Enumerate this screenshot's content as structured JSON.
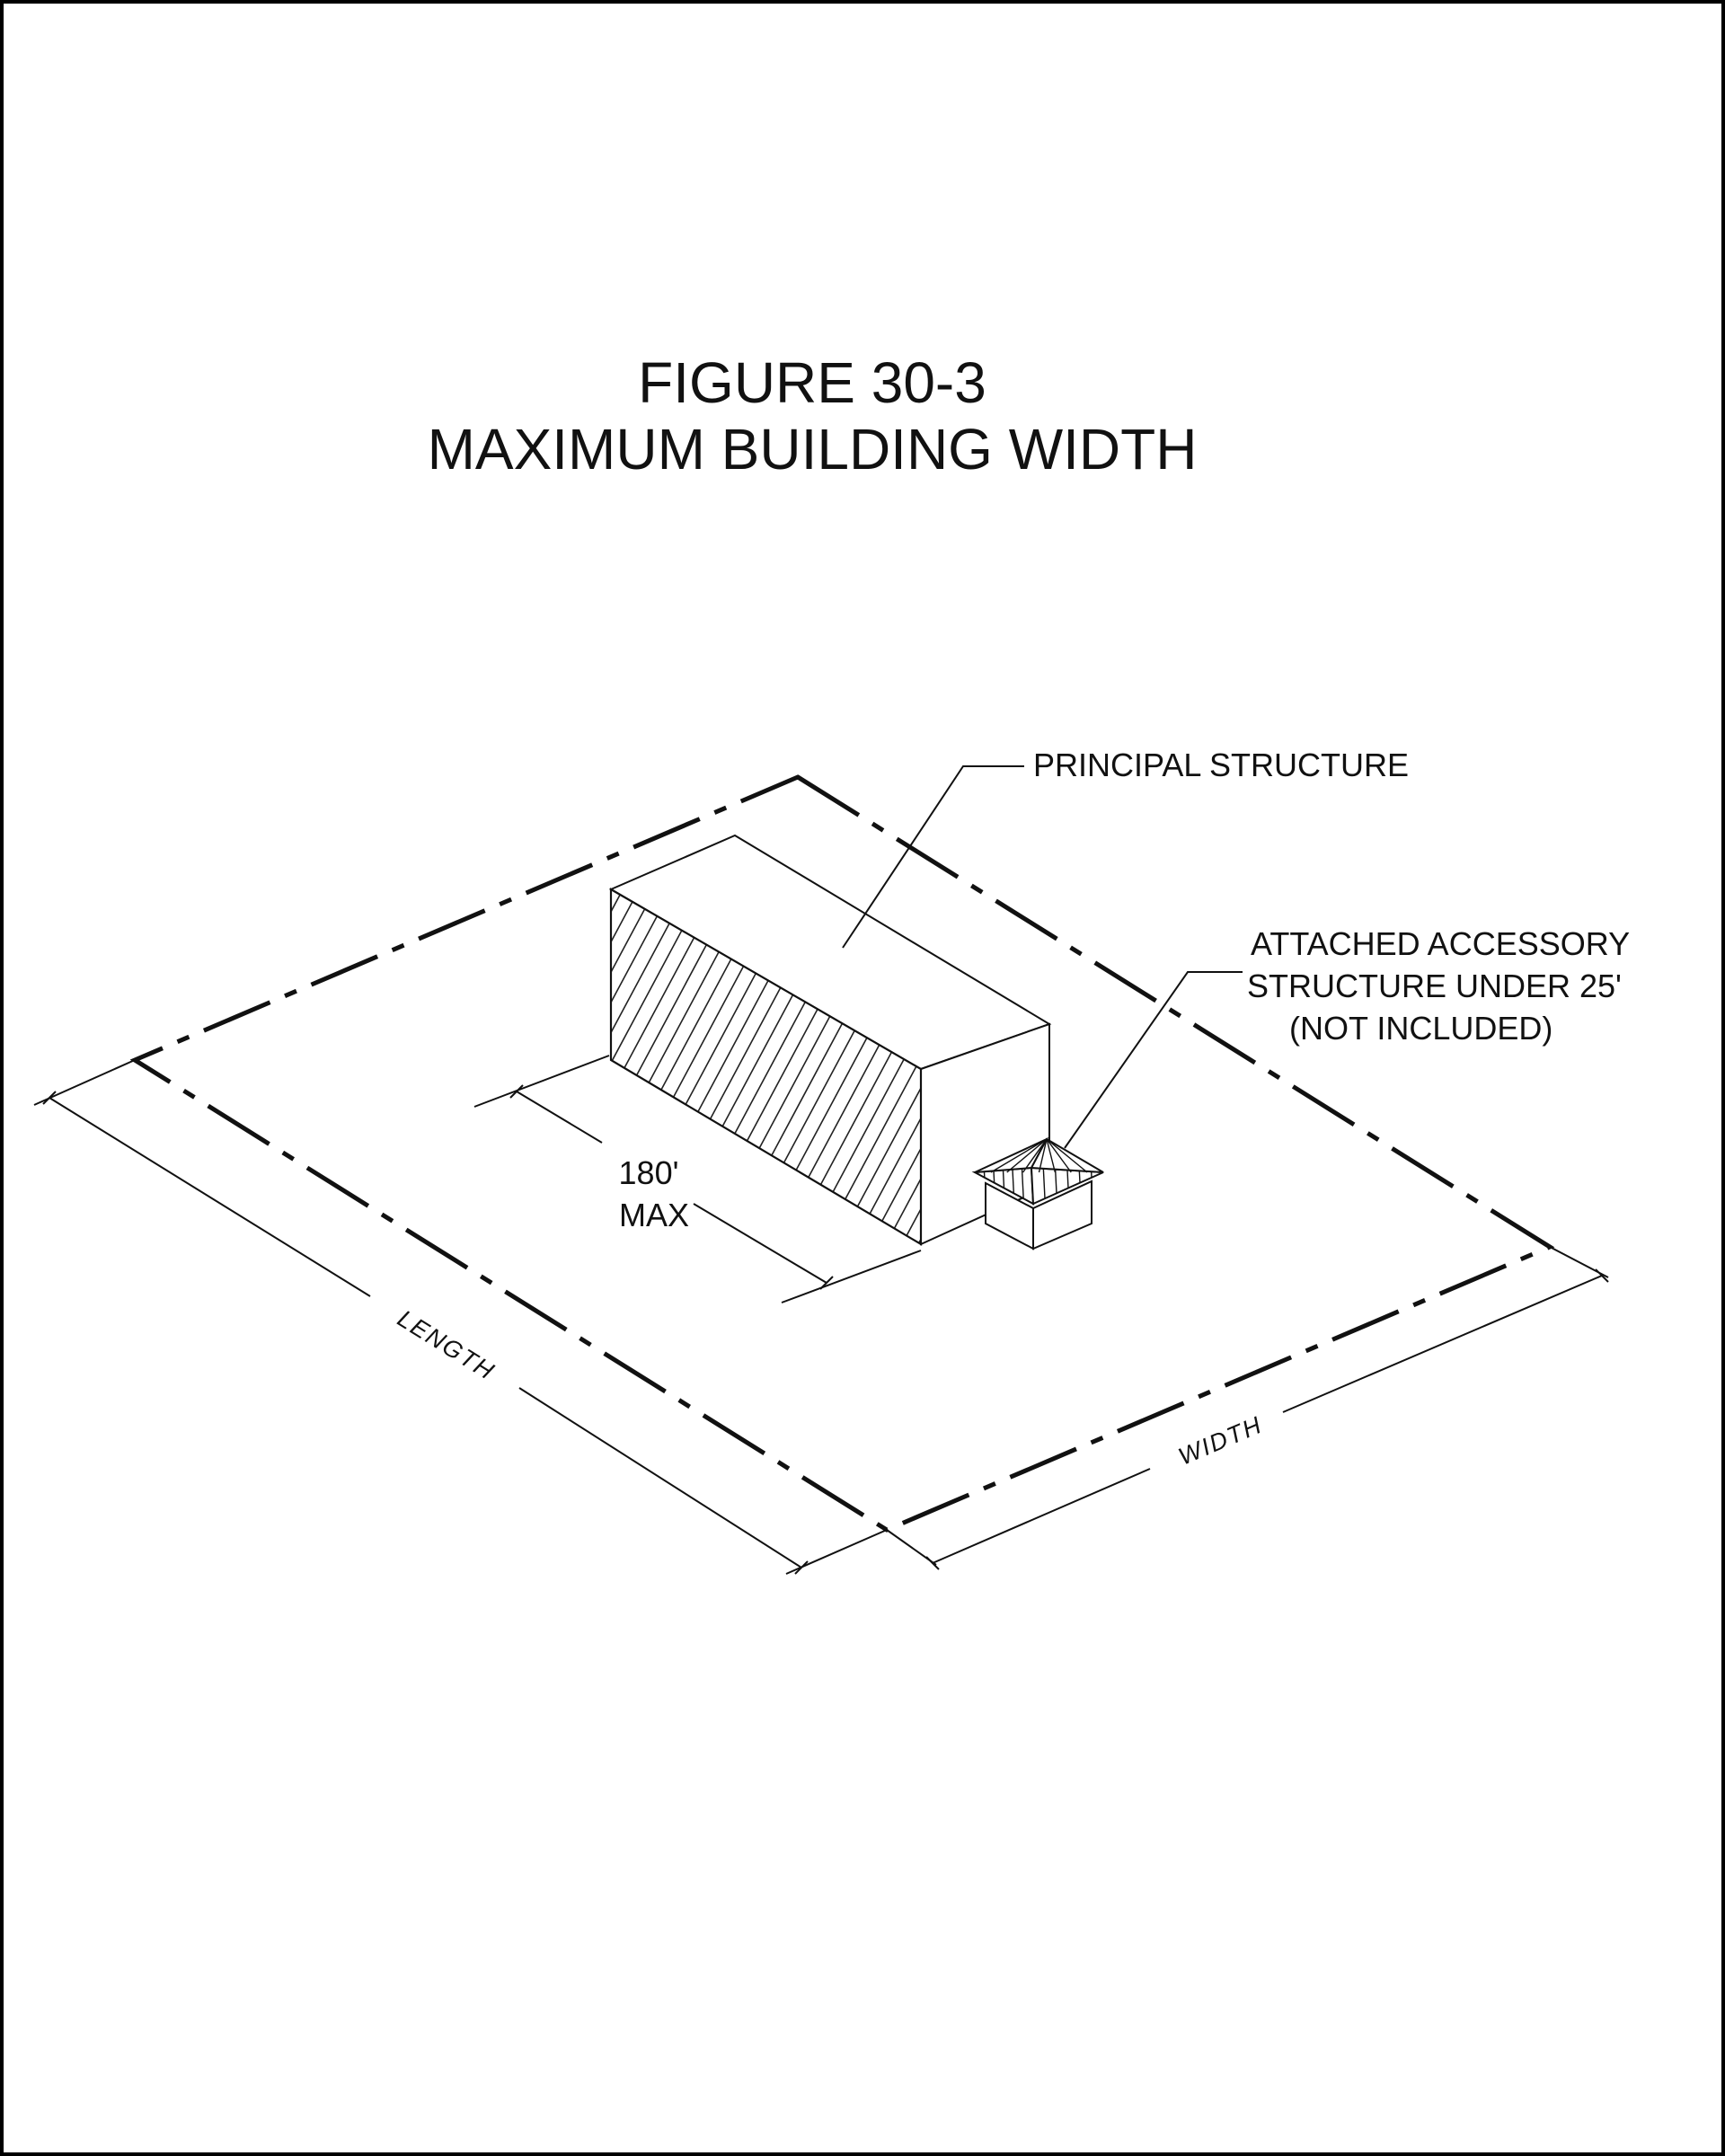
{
  "figure": {
    "number": "FIGURE 30-3",
    "title": "MAXIMUM BUILDING WIDTH"
  },
  "labels": {
    "principal_structure": "PRINCIPAL STRUCTURE",
    "accessory_line1": "ATTACHED ACCESSORY",
    "accessory_line2": "STRUCTURE UNDER 25'",
    "accessory_line3": "(NOT INCLUDED)",
    "max_value": "180'",
    "max_word": "MAX",
    "length": "LENGTH",
    "width": "WIDTH"
  },
  "colors": {
    "ink": "#111111",
    "border": "#000000",
    "background": "#ffffff"
  }
}
